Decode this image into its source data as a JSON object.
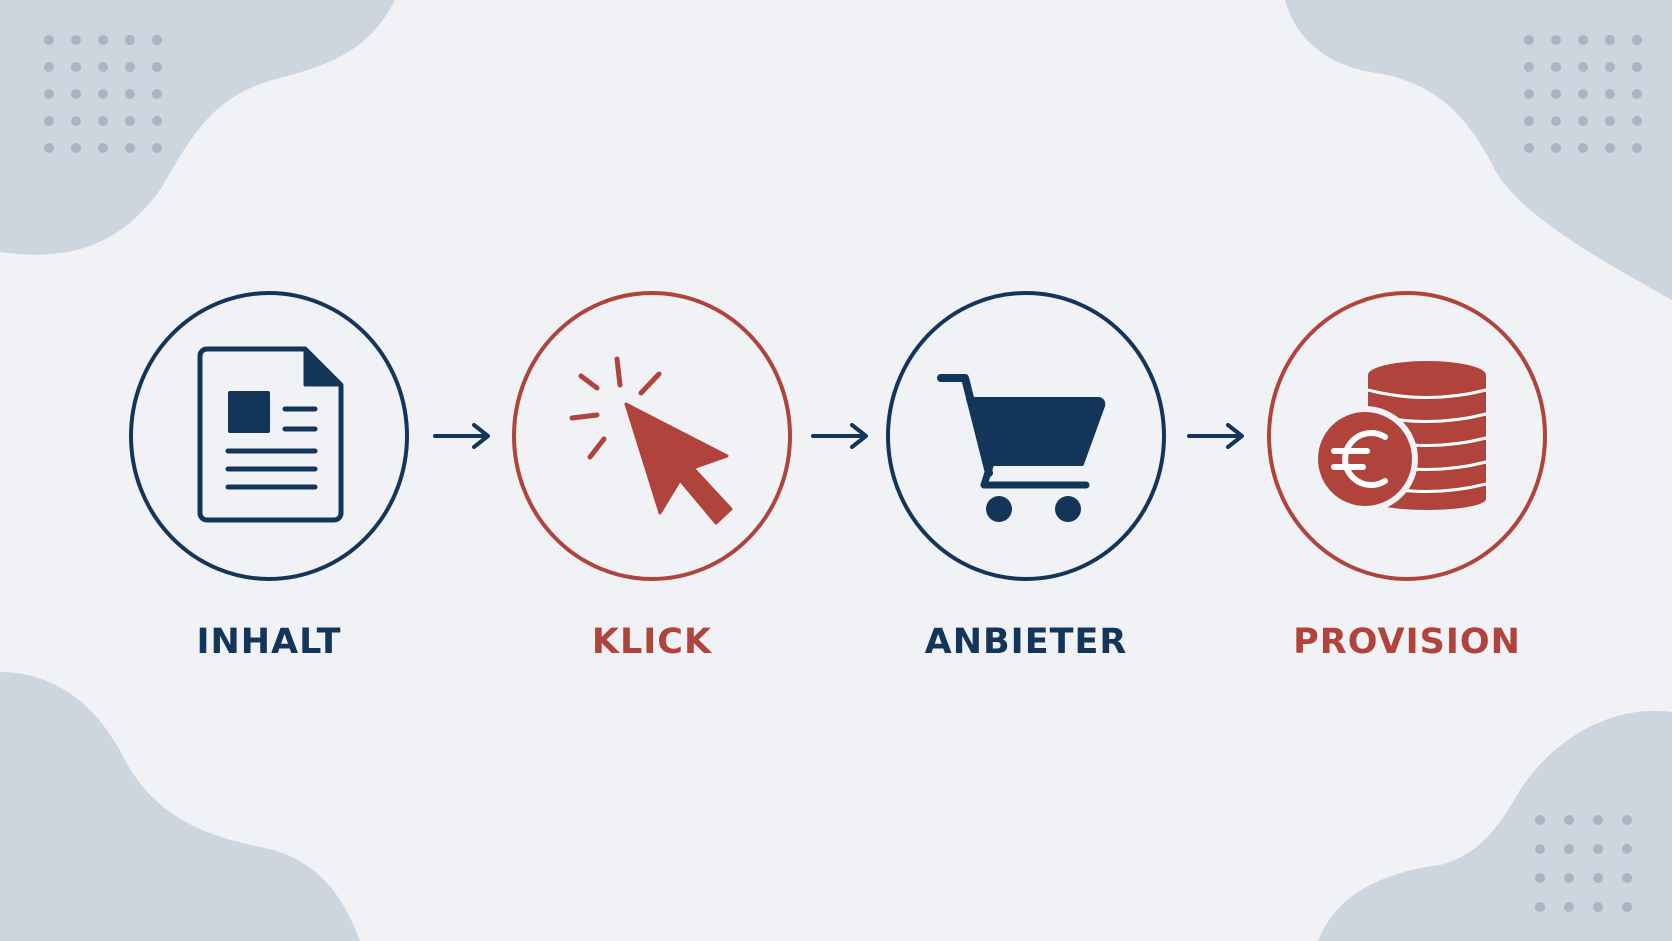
{
  "colors": {
    "navy": "#14355a",
    "red": "#b0433c",
    "background": "#f1f2f5",
    "blob": "#cdd5df",
    "dots": "#a9b5c4"
  },
  "steps": [
    {
      "label": "INHALT",
      "icon": "document-icon",
      "color": "#14355a"
    },
    {
      "label": "KLICK",
      "icon": "cursor-click-icon",
      "color": "#b0433c"
    },
    {
      "label": "ANBIETER",
      "icon": "shopping-cart-icon",
      "color": "#14355a"
    },
    {
      "label": "PROVISION",
      "icon": "euro-coins-icon",
      "color": "#b0433c"
    }
  ],
  "connectors": [
    "arrow-right-icon",
    "arrow-right-icon",
    "arrow-right-icon"
  ]
}
